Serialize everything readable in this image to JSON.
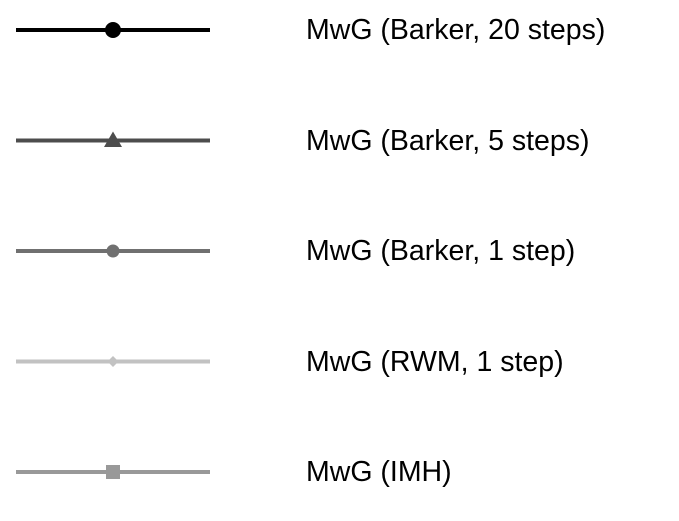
{
  "chart_data": {
    "type": "line",
    "legend": [
      {
        "name": "MwG (Barker, 20 steps)",
        "color": "#000000",
        "marker": "circle"
      },
      {
        "name": "MwG (Barker, 5 steps)",
        "color": "#4d4d4d",
        "marker": "triangle"
      },
      {
        "name": "MwG (Barker, 1 step)",
        "color": "#707070",
        "marker": "circle"
      },
      {
        "name": "MwG (RWM, 1 step)",
        "color": "#c2c2c2",
        "marker": "diamond"
      },
      {
        "name": "MwG (IMH)",
        "color": "#999999",
        "marker": "square"
      }
    ]
  }
}
